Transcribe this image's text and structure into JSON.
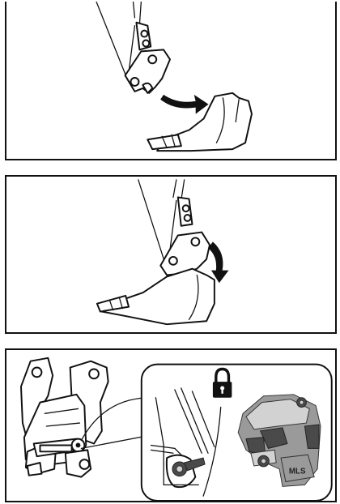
{
  "figures": [
    {
      "id": "step-1"
    },
    {
      "id": "step-2"
    },
    {
      "id": "step-3"
    }
  ],
  "detail_photo": {
    "brand_label": "MLS"
  },
  "icons": {
    "rotate_arrow": "curved-arrow-icon",
    "lock": "padlock-icon"
  }
}
